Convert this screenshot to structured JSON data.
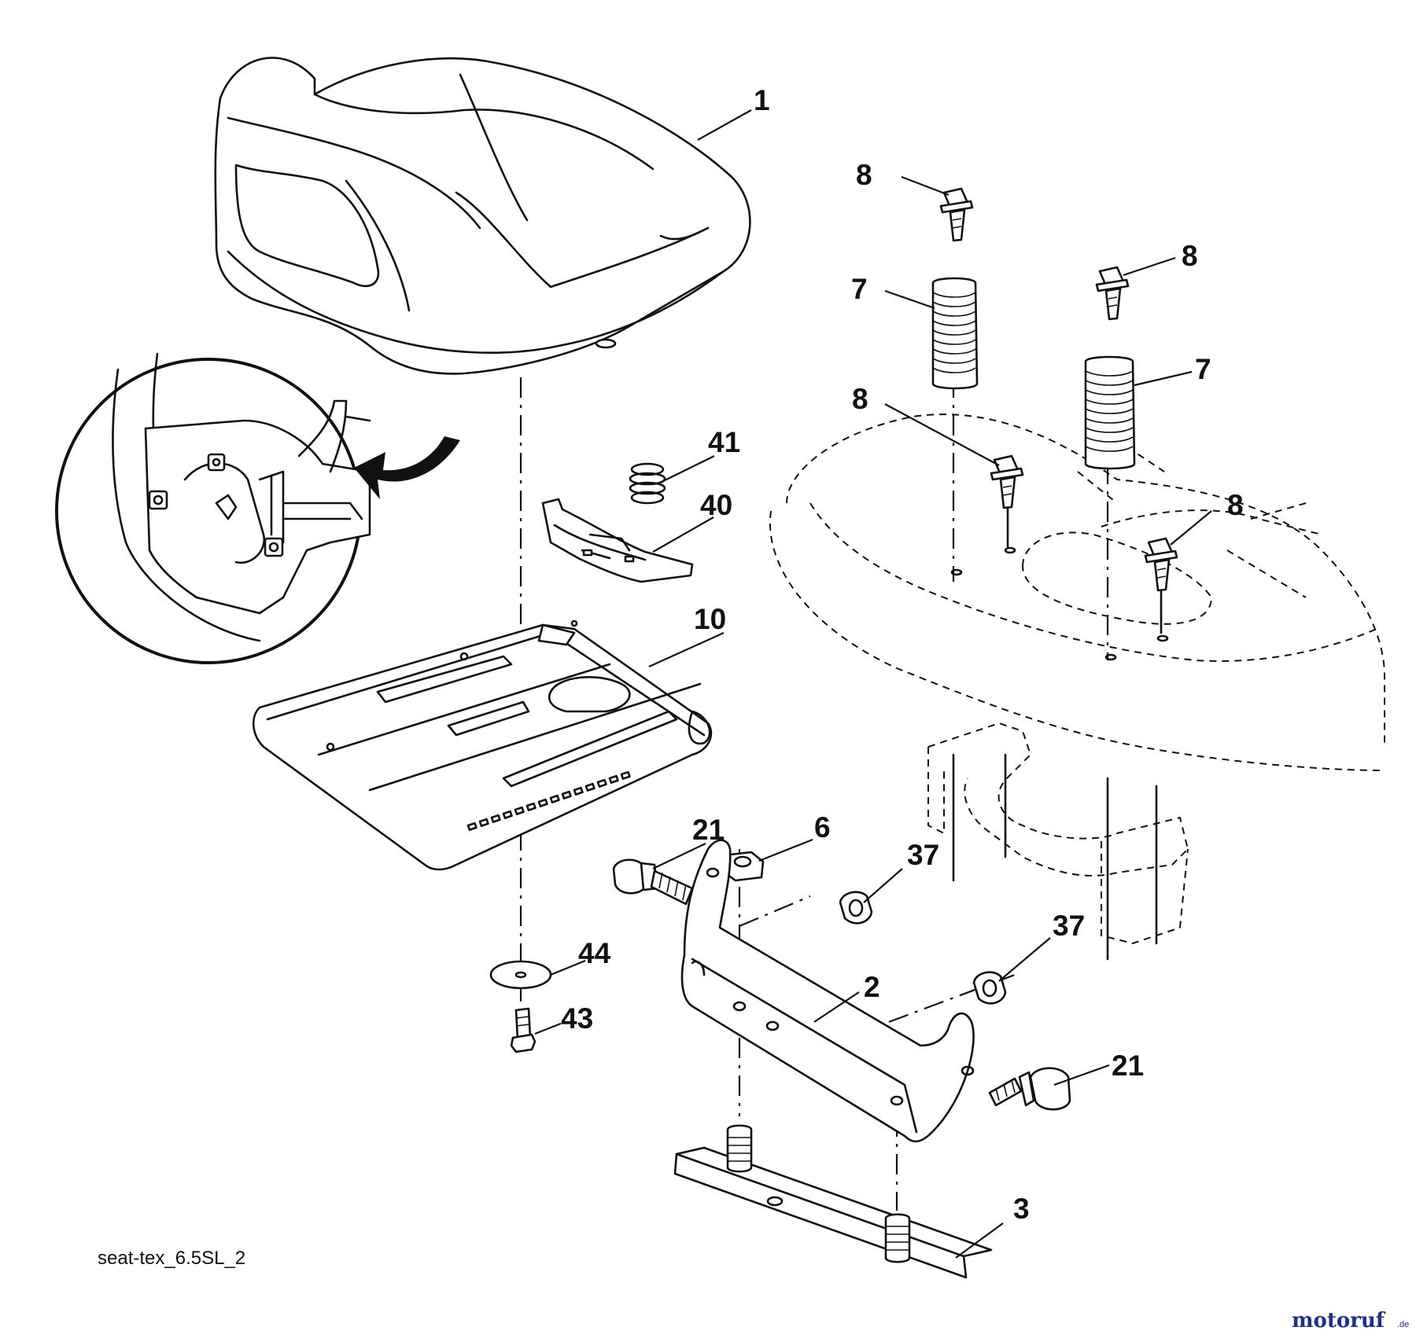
{
  "diagram": {
    "caption": "seat-tex_6.5SL_2",
    "watermark": {
      "name": "motoruf",
      "suffix": ".de"
    },
    "callouts": {
      "c1": "1",
      "c8a": "8",
      "c8b": "8",
      "c8c": "8",
      "c8d": "8",
      "c7a": "7",
      "c7b": "7",
      "c41": "41",
      "c40": "40",
      "c10": "10",
      "c21a": "21",
      "c6": "6",
      "c37a": "37",
      "c37b": "37",
      "c44": "44",
      "c43": "43",
      "c2": "2",
      "c21b": "21",
      "c3": "3"
    }
  }
}
